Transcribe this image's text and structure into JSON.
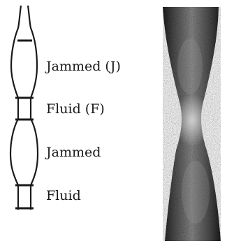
{
  "labels": [
    "Jammed (J)",
    "Fluid (F)",
    "Jammed",
    "Fluid"
  ],
  "colors": {
    "ink": "#1a1a1a",
    "photo_dark": "#2b2b2b",
    "photo_light": "#bdbdbd"
  }
}
